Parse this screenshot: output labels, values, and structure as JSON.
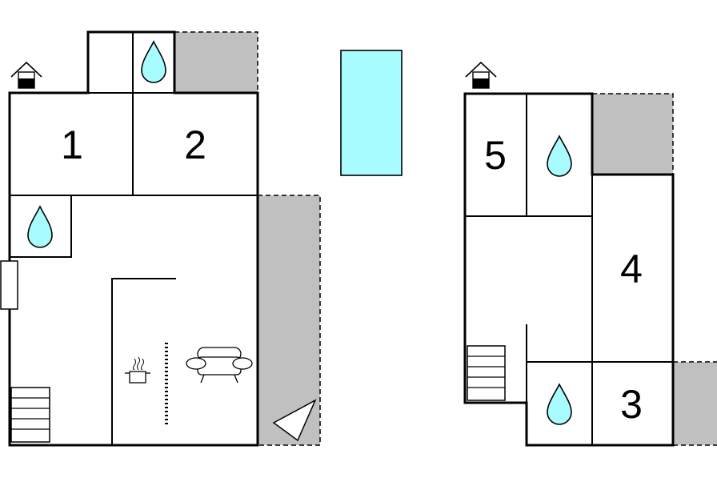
{
  "colors": {
    "terrace": "#c0c0c0",
    "pool": "#a8fbff",
    "bathroom_drop": "#a8fbff",
    "wall": "#000000",
    "floor": "#ffffff"
  },
  "icons": [
    "house-icon",
    "water-drop-icon",
    "stairs-icon",
    "stove-icon",
    "sofa-icon",
    "window-icon",
    "terrace-view-icon"
  ],
  "ground_floor": {
    "rooms": [
      {
        "number": "1",
        "type": "bedroom"
      },
      {
        "number": "2",
        "type": "bedroom"
      }
    ]
  },
  "upper_floor": {
    "rooms": [
      {
        "number": "5",
        "type": "bedroom"
      },
      {
        "number": "4",
        "type": "bedroom"
      },
      {
        "number": "3",
        "type": "bedroom"
      }
    ]
  }
}
